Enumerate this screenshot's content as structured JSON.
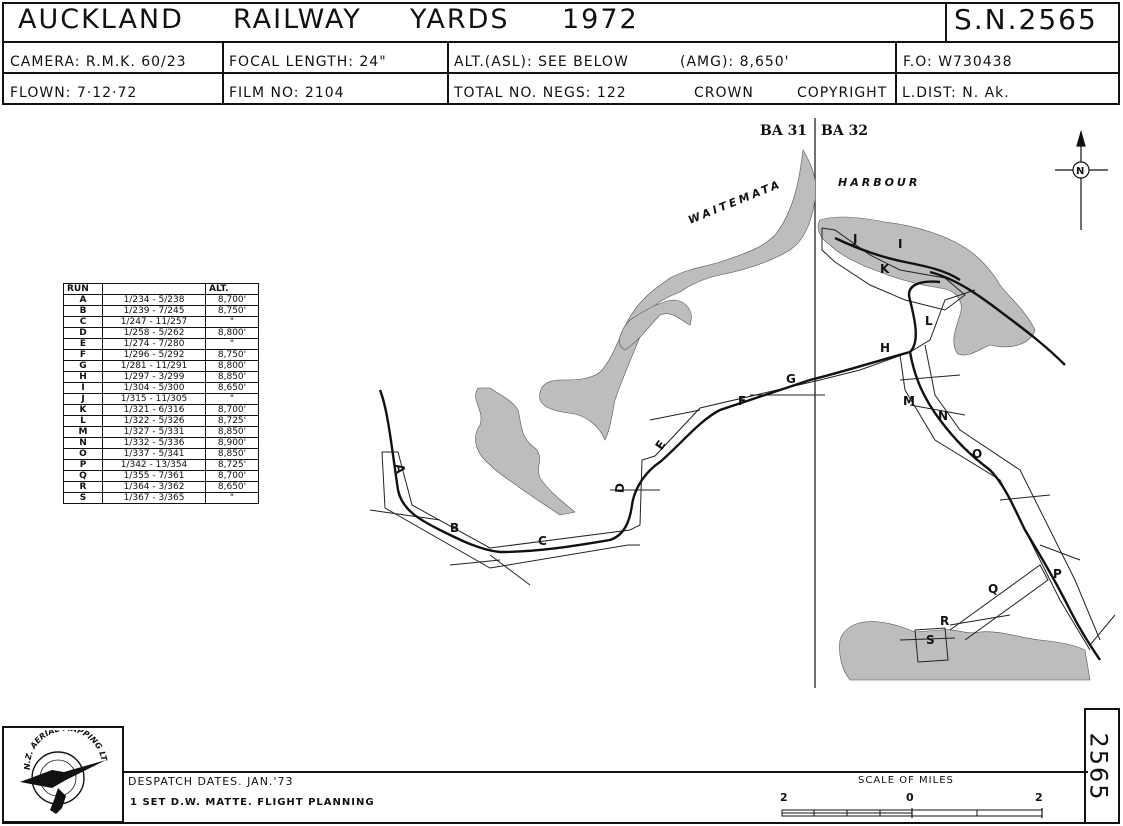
{
  "header": {
    "title_words": [
      "AUCKLAND",
      "RAILWAY",
      "YARDS",
      "1972"
    ],
    "sheet_number": "S.N.2565",
    "row1": {
      "camera": "CAMERA: R.M.K. 60/23",
      "focal_length": "FOCAL LENGTH: 24\"",
      "alt_asl": "ALT.(ASL): SEE BELOW",
      "amg": "(AMG): 8,650'",
      "fo": "F.O: W730438"
    },
    "row2": {
      "flown": "FLOWN: 7·12·72",
      "film_no": "FILM NO: 2104",
      "total_negs": "TOTAL NO. NEGS: 122",
      "crown": "CROWN",
      "copyright": "COPYRIGHT",
      "l_dist": "L.DIST: N. Ak."
    }
  },
  "map": {
    "sheet_left": "BA 31",
    "sheet_right": "BA 32",
    "water_label_1": "WAITEMATA",
    "water_label_2": "HARBOUR",
    "north_symbol": "N",
    "run_letters": [
      "A",
      "B",
      "C",
      "D",
      "E",
      "F",
      "G",
      "H",
      "I",
      "J",
      "K",
      "L",
      "M",
      "N",
      "O",
      "P",
      "Q",
      "R",
      "S"
    ]
  },
  "run_table": {
    "headers": [
      "RUN",
      "",
      "ALT."
    ],
    "rows": [
      [
        "A",
        "1/234 - 5/238",
        "8,700'"
      ],
      [
        "B",
        "1/239 - 7/245",
        "8,750'"
      ],
      [
        "C",
        "1/247 - 11/257",
        "\""
      ],
      [
        "D",
        "1/258 - 5/262",
        "8,800'"
      ],
      [
        "E",
        "1/274 - 7/280",
        "\""
      ],
      [
        "F",
        "1/296 - 5/292",
        "8,750'"
      ],
      [
        "G",
        "1/281 - 11/291",
        "8,800'"
      ],
      [
        "H",
        "1/297 - 3/299",
        "8,850'"
      ],
      [
        "I",
        "1/304 - 5/300",
        "8,650'"
      ],
      [
        "J",
        "1/315 - 11/305",
        "\""
      ],
      [
        "K",
        "1/321 - 6/316",
        "8,700'"
      ],
      [
        "L",
        "1/322 - 5/326",
        "8,725'"
      ],
      [
        "M",
        "1/327 - 5/331",
        "8,850'"
      ],
      [
        "N",
        "1/332 - 5/336",
        "8,900'"
      ],
      [
        "O",
        "1/337 - 5/341",
        "8,850'"
      ],
      [
        "P",
        "1/342 - 13/354",
        "8,725'"
      ],
      [
        "Q",
        "1/355 - 7/361",
        "8,700'"
      ],
      [
        "R",
        "1/364 - 3/362",
        "8,650'"
      ],
      [
        "S",
        "1/367 - 3/365",
        "\""
      ]
    ]
  },
  "footer": {
    "logo_text": "N.Z. AERIAL MAPPING LTD",
    "despatch": "DESPATCH DATES. JAN.'73",
    "set_line": "1 SET D.W. MATTE. FLIGHT PLANNING",
    "scale_title": "SCALE OF MILES",
    "scale_ticks": [
      "2",
      "0",
      "2"
    ],
    "vertical_number": "2565"
  },
  "colors": {
    "ink": "#111111",
    "water": "#bdbdbd",
    "paper": "#ffffff"
  }
}
